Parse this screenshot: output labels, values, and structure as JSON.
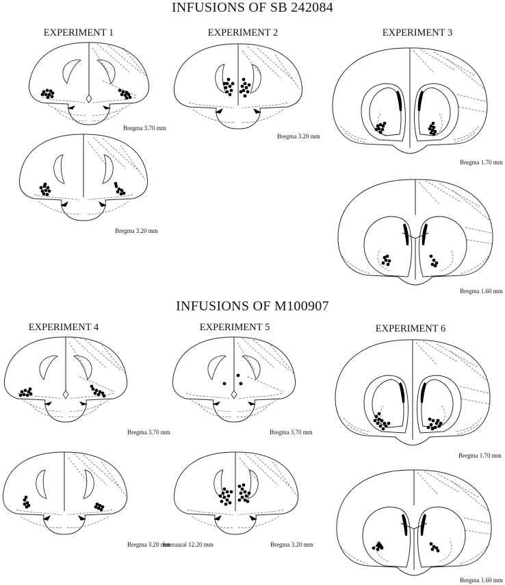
{
  "headings": {
    "top": "INFUSIONS OF SB 242084",
    "bottom": "INFUSIONS OF M100907"
  },
  "experiments": [
    {
      "label": "EXPERIMENT 1"
    },
    {
      "label": "EXPERIMENT 2"
    },
    {
      "label": "EXPERIMENT 3"
    },
    {
      "label": "EXPERIMENT 4"
    },
    {
      "label": "EXPERIMENT 5"
    },
    {
      "label": "EXPERIMENT 6"
    }
  ],
  "bregma_labels": {
    "b370": "Bregma 3.70 mm",
    "b320": "Bregma 3.20 mm",
    "b170": "Bregma 1.70 mm",
    "b160": "Bregma 1.60 mm",
    "interaural": "Interaural 12.20 mm"
  }
}
